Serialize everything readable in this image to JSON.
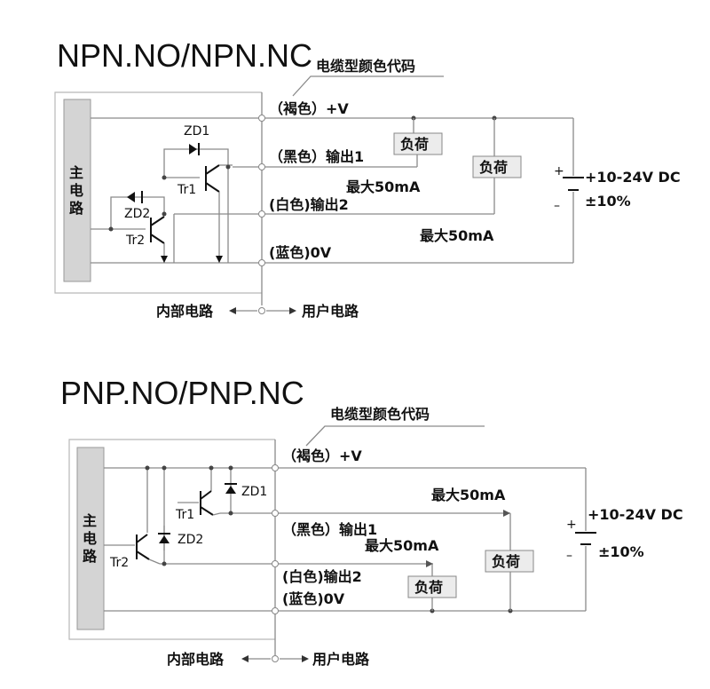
{
  "npn": {
    "title": "NPN.NO/NPN.NC",
    "cable_color_code": "电缆型颜色代码",
    "main_circuit": [
      "主",
      "电",
      "路"
    ],
    "wire_brown": "（褐色）+V",
    "wire_black": "（黑色）输出1",
    "wire_white": "(白色)输出2",
    "wire_blue": "(蓝色)0V",
    "load_1": "负荷",
    "load_2": "负荷",
    "max_current_1": "最大50mA",
    "max_current_2": "最大50mA",
    "supply_voltage": "+10-24V DC",
    "supply_tolerance": "±10%",
    "plus_sign": "+",
    "minus_sign": "–",
    "zd1": "ZD1",
    "zd2": "ZD2",
    "tr1": "Tr1",
    "tr2": "Tr2",
    "internal_circuit": "内部电路",
    "user_circuit": "用户电路"
  },
  "pnp": {
    "title": "PNP.NO/PNP.NC",
    "cable_color_code": "电缆型颜色代码",
    "main_circuit": [
      "主",
      "电",
      "路"
    ],
    "wire_brown": "（褐色）+V",
    "wire_black": "（黑色）输出1",
    "wire_white": "(白色)输出2",
    "wire_blue": "(蓝色)0V",
    "load_1": "负荷",
    "load_2": "负荷",
    "max_current_1": "最大50mA",
    "max_current_2": "最大50mA",
    "supply_voltage": "+10-24V DC",
    "supply_tolerance": "±10%",
    "plus_sign": "+",
    "minus_sign": "–",
    "zd1": "ZD1",
    "zd2": "ZD2",
    "tr1": "Tr1",
    "tr2": "Tr2",
    "internal_circuit": "内部电路",
    "user_circuit": "用户电路"
  }
}
